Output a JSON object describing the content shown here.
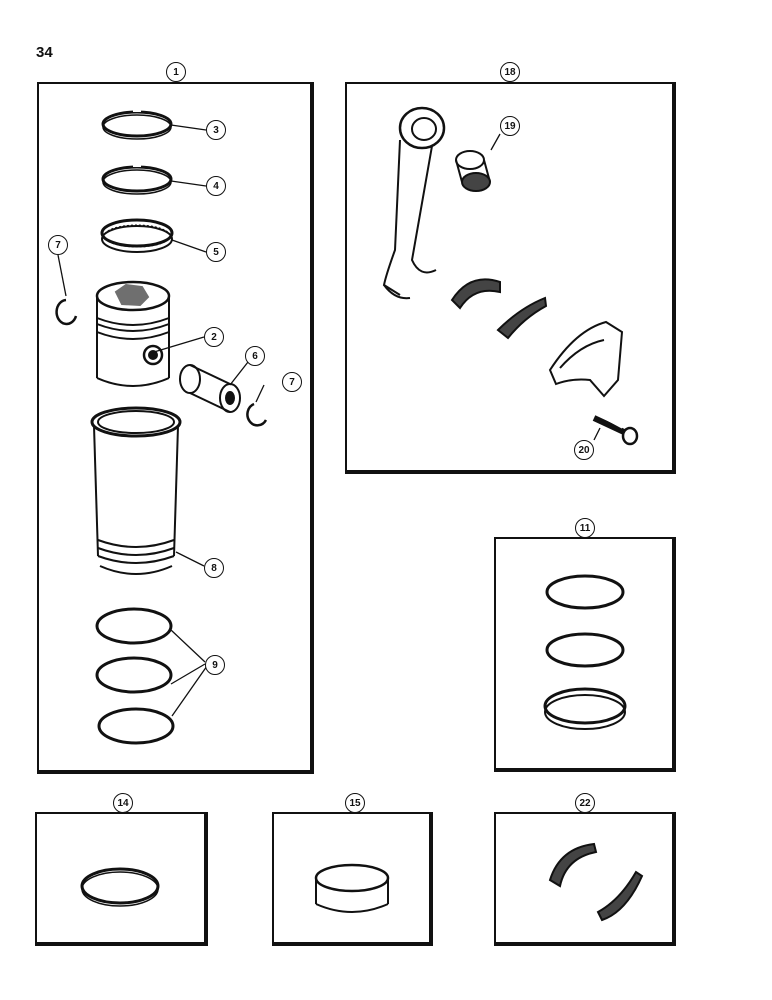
{
  "page_number": "34",
  "callouts": {
    "c1": "1",
    "c2": "2",
    "c3": "3",
    "c4": "4",
    "c5": "5",
    "c6": "6",
    "c7a": "7",
    "c7b": "7",
    "c8": "8",
    "c9": "9",
    "c11": "11",
    "c14": "14",
    "c15": "15",
    "c18": "18",
    "c19": "19",
    "c20": "20",
    "c22": "22"
  }
}
